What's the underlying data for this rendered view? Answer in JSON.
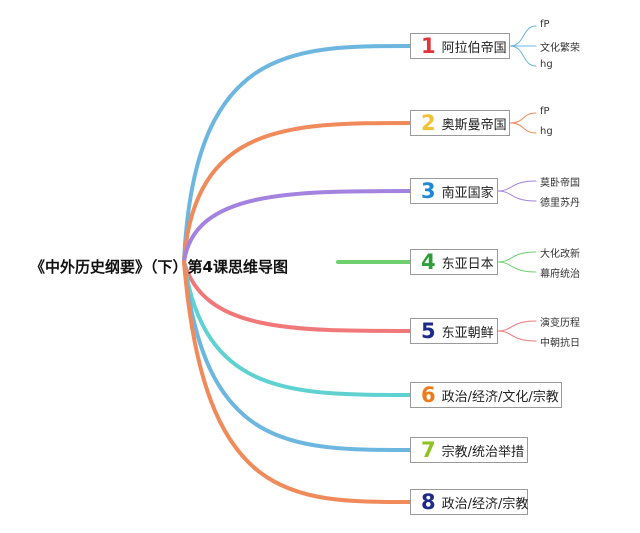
{
  "root": {
    "title": "《中外历史纲要》（下）第4课思维导图"
  },
  "branches": [
    {
      "num": "1",
      "label": "阿拉伯帝国",
      "num_color": "#e0343a",
      "line_color": "#6cb6e0",
      "children": [
        {
          "label": "fP",
          "color": "#6cb6e0"
        },
        {
          "label": "文化繁荣",
          "color": "#6cb6e0"
        },
        {
          "label": "hg",
          "color": "#6cb6e0"
        }
      ]
    },
    {
      "num": "2",
      "label": "奥斯曼帝国",
      "num_color": "#f2c230",
      "line_color": "#f08a5a",
      "children": [
        {
          "label": "fP",
          "color": "#f08a5a"
        },
        {
          "label": "hg",
          "color": "#f08a5a"
        }
      ]
    },
    {
      "num": "3",
      "label": "南亚国家",
      "num_color": "#1f88d6",
      "line_color": "#a482e0",
      "children": [
        {
          "label": "莫卧帝国",
          "color": "#a482e0"
        },
        {
          "label": "德里苏丹",
          "color": "#a482e0"
        }
      ]
    },
    {
      "num": "4",
      "label": "东亚日本",
      "num_color": "#2e9e3a",
      "line_color": "#6fcf6f",
      "children": [
        {
          "label": "大化改新",
          "color": "#6fcf6f"
        },
        {
          "label": "幕府统治",
          "color": "#6fcf6f"
        }
      ]
    },
    {
      "num": "5",
      "label": "东亚朝鲜",
      "num_color": "#1c2b8a",
      "line_color": "#f07878",
      "children": [
        {
          "label": "演变历程",
          "color": "#f07878"
        },
        {
          "label": "中朝抗日",
          "color": "#f07878"
        }
      ]
    },
    {
      "num": "6",
      "label": "政治/经济/文化/宗教",
      "num_color": "#f07a1a",
      "line_color": "#5fd1d1",
      "children": []
    },
    {
      "num": "7",
      "label": "宗教/统治举措",
      "num_color": "#8dc21f",
      "line_color": "#6cb6e0",
      "children": []
    },
    {
      "num": "8",
      "label": "政治/经济/宗教",
      "num_color": "#1c2b8a",
      "line_color": "#f08a5a",
      "children": []
    }
  ]
}
